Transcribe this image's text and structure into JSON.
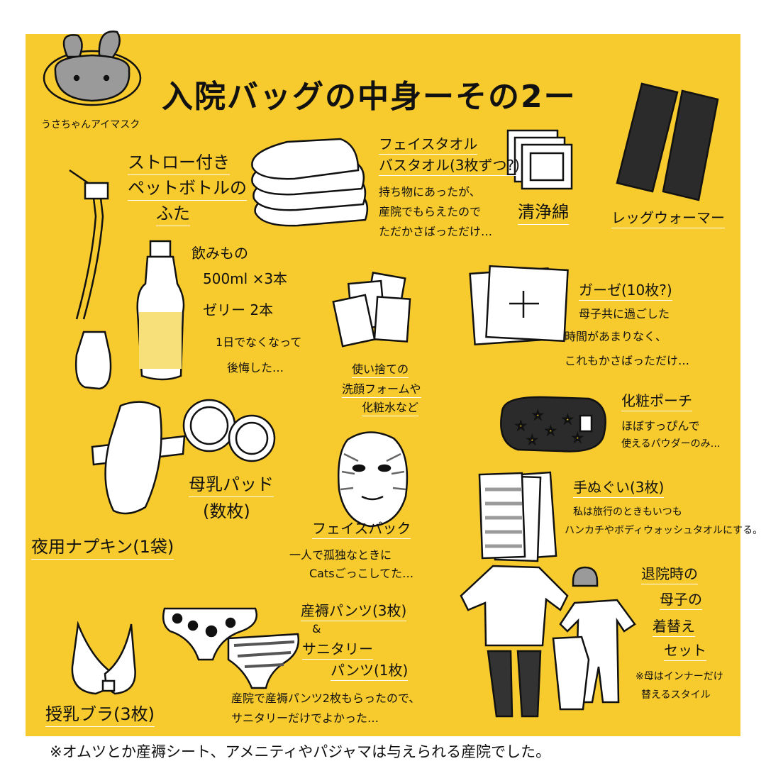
{
  "title": "入院バッグの中身ーその2ー",
  "footnote": "※オムツとか産褥シート、アメニティやパジャマは与えられる産院でした。",
  "items": {
    "eye_mask": {
      "label": "うさちゃんアイマスク"
    },
    "straw_cap": {
      "lines": [
        "ストロー付き",
        "ペットボトルの",
        "ふた"
      ]
    },
    "towels": {
      "lines": [
        "フェイスタオル",
        "バスタオル(3枚ずつ?)"
      ],
      "note": [
        "持ち物にあったが、",
        "産院でもらえたので",
        "ただかさばっただけ…"
      ]
    },
    "cotton": {
      "label": "清浄綿"
    },
    "leg_warmer": {
      "label": "レッグウォーマー"
    },
    "drinks": {
      "lines": [
        "飲みもの",
        "500ml ×3本",
        "ゼリー 2本"
      ],
      "note": [
        "1日でなくなって",
        "後悔した…"
      ]
    },
    "disposable": {
      "lines": [
        "使い捨ての",
        "洗顔フォームや",
        "化粧水など"
      ]
    },
    "gauze": {
      "label": "ガーゼ(10枚?)",
      "note": [
        "母子共に過ごした",
        "時間があまりなく、",
        "これもかさばっただけ…"
      ]
    },
    "pouch": {
      "label": "化粧ポーチ",
      "note": [
        "ほぼすっぴんで",
        "使えるパウダーのみ…"
      ]
    },
    "nursing_pad": {
      "lines": [
        "母乳パッド",
        "(数枚)"
      ]
    },
    "face_pack": {
      "label": "フェイスパック",
      "note": [
        "一人で孤独なときに",
        "Catsごっこしてた…"
      ]
    },
    "tenugui": {
      "label": "手ぬぐい(3枚)",
      "note": [
        "私は旅行のときもいつも",
        "ハンカチやボディウォッシュタオルにする。"
      ]
    },
    "night_napkin": {
      "label": "夜用ナプキン(1袋)"
    },
    "pants": {
      "lines": [
        "産褥パンツ(3枚)",
        "&",
        "サニタリー",
        "パンツ(1枚)"
      ],
      "note": [
        "産院で産褥パンツ2枚もらったので、",
        "サニタリーだけでよかった…"
      ]
    },
    "discharge": {
      "lines": [
        "退院時の",
        "母子の",
        "着替え",
        "セット"
      ],
      "note": [
        "※母はインナーだけ",
        "替えるスタイル"
      ]
    },
    "bra": {
      "label": "授乳ブラ(3枚)"
    }
  },
  "colors": {
    "background": "#f7ca2e",
    "ink": "#111111",
    "gray": "#9a9a9a",
    "dark": "#333333"
  }
}
